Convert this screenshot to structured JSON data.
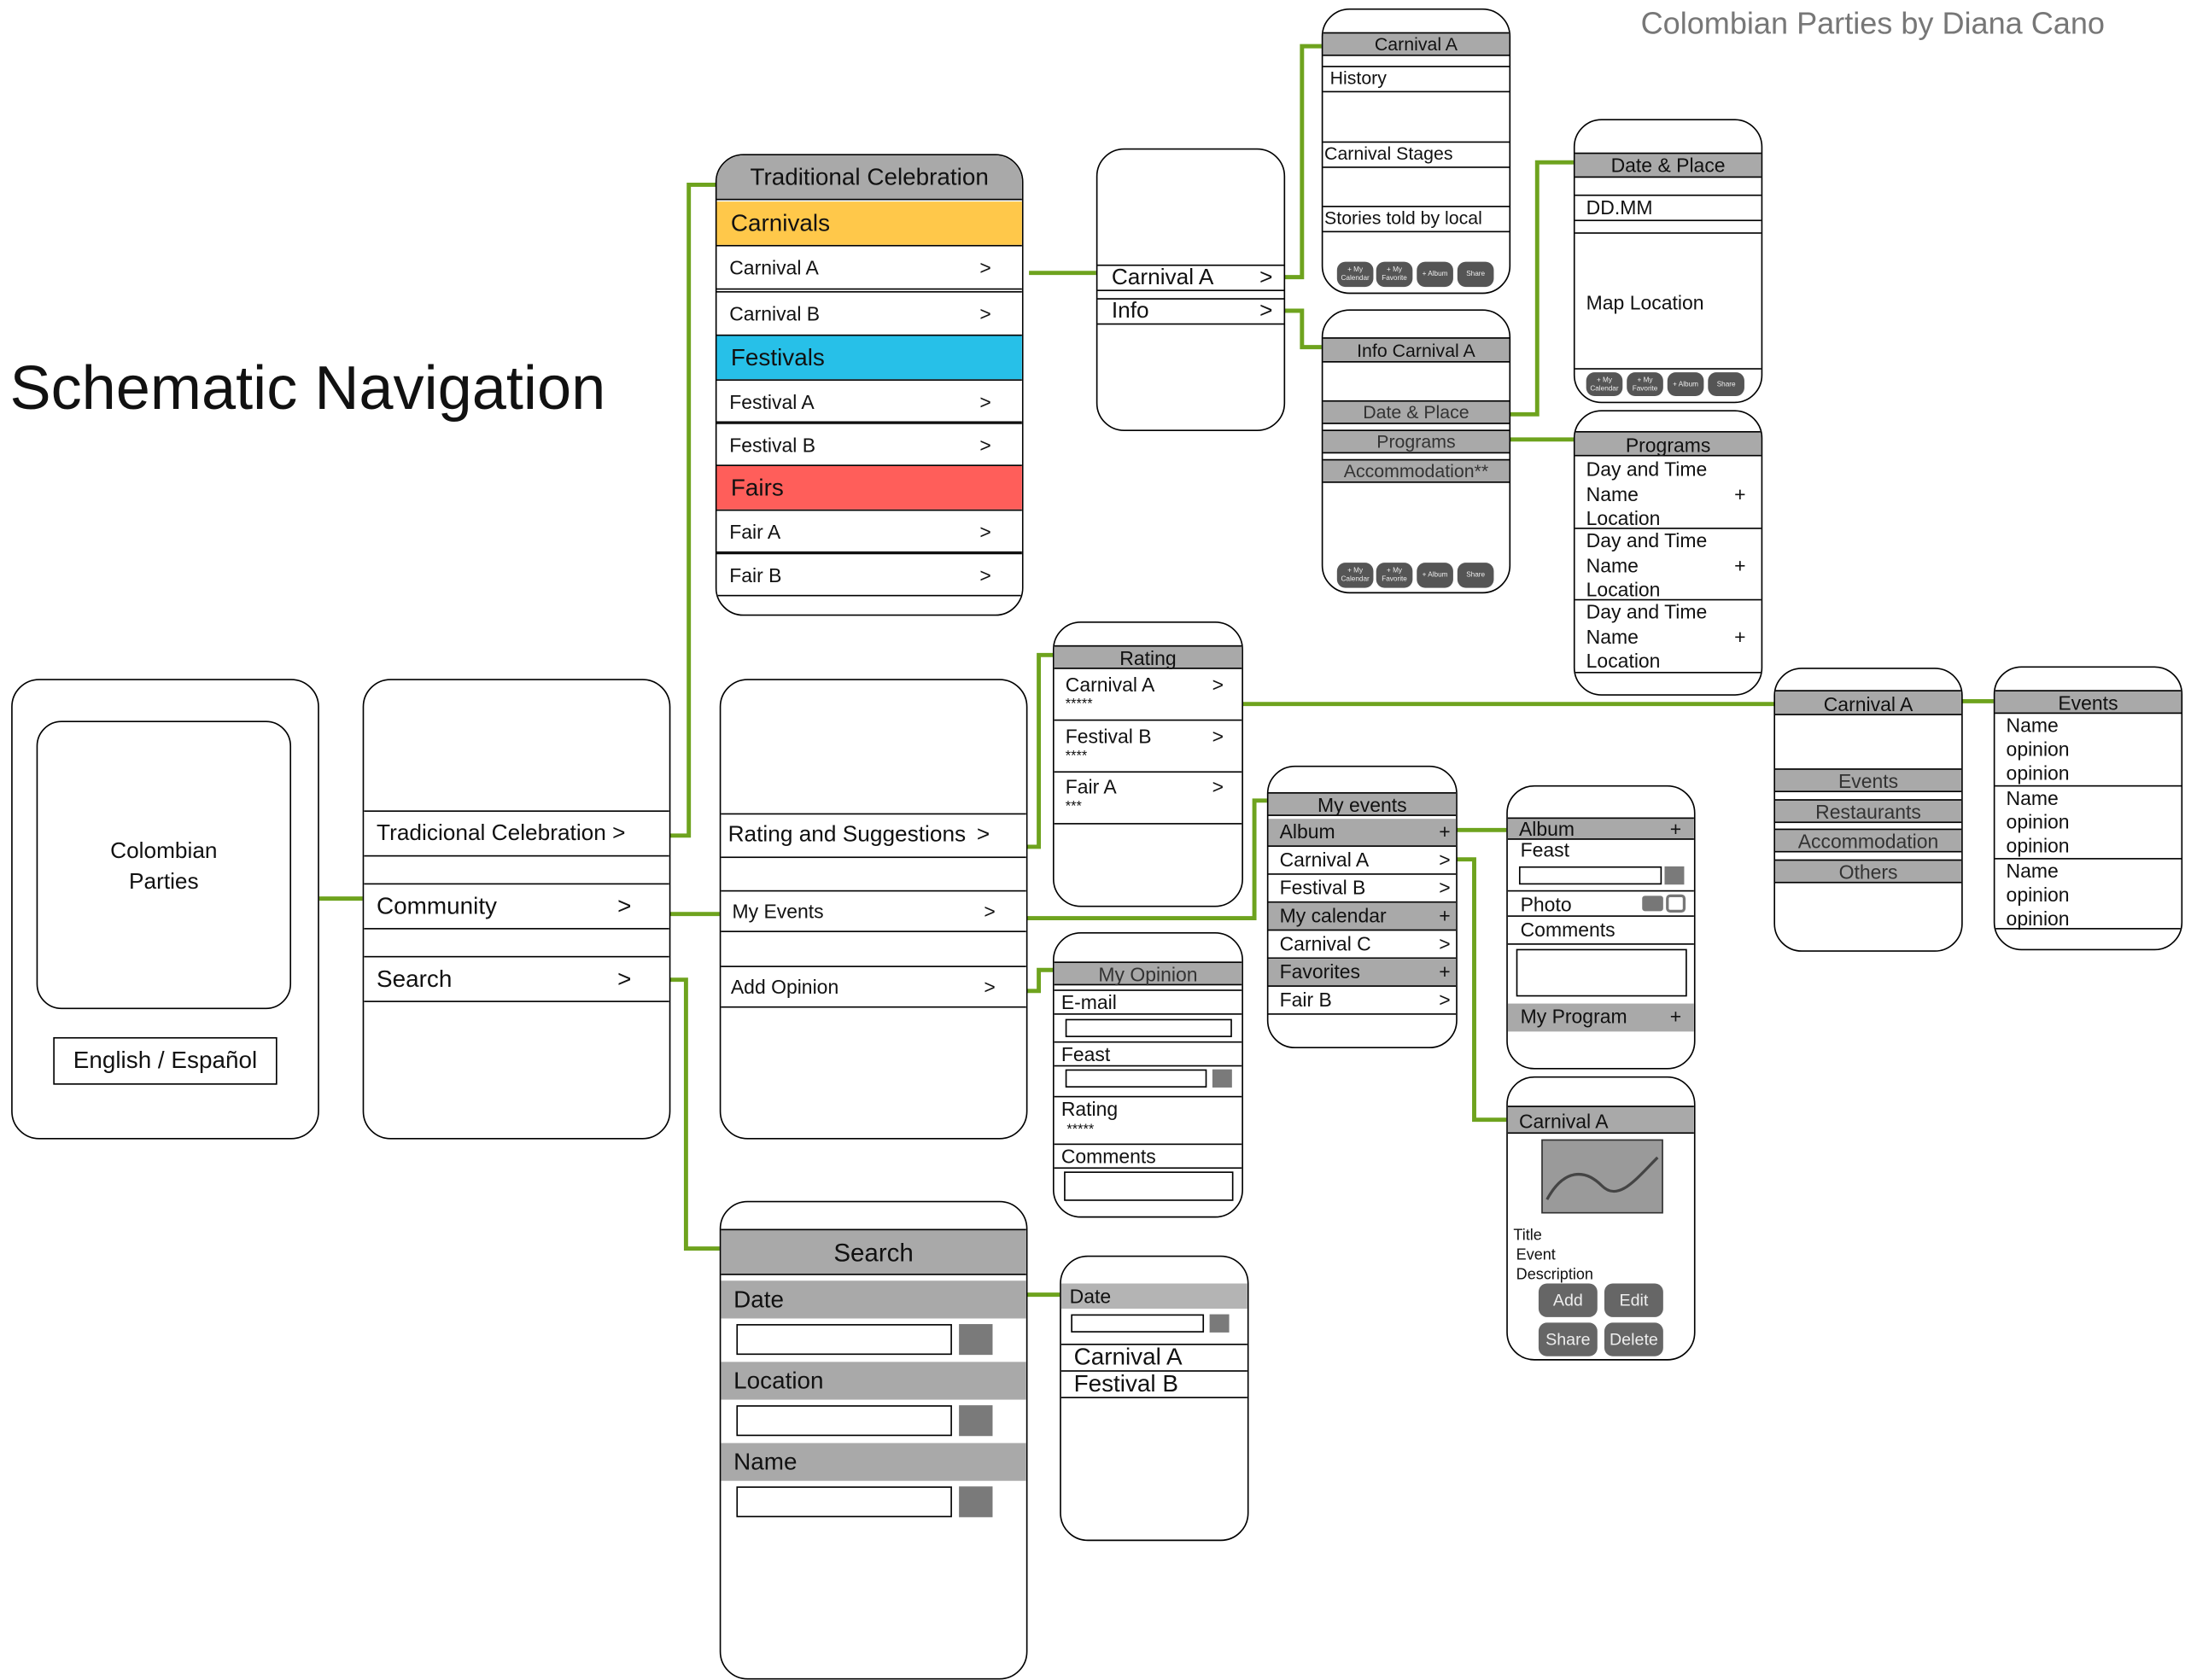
{
  "header": {
    "credit": "Colombian Parties by Diana Cano",
    "title": "Schematic Navigation"
  },
  "colors": {
    "link": "#6ea31e",
    "carnivals": "#ffc84a",
    "festivals": "#27c0e8",
    "fairs": "#ff5e5a",
    "bar": "#a9a9a9"
  },
  "home": {
    "app_name": "Colombian Parties",
    "language": "English / Español"
  },
  "main_menu": {
    "items": [
      "Tradicional Celebration >",
      "Community",
      "Search"
    ],
    "chev": ">"
  },
  "celebration": {
    "title": "Traditional Celebration",
    "carnivals": "Carnivals",
    "carnival_a": "Carnival A",
    "carnival_b": "Carnival B",
    "festivals": "Festivals",
    "festival_a": "Festival  A",
    "festival_b": "Festival B",
    "fairs": "Fairs",
    "fair_a": "Fair A",
    "fair_b": "Fair B",
    "chev": ">"
  },
  "carnival_menu": {
    "item1": "Carnival A",
    "item2": "Info",
    "chev": ">"
  },
  "carnival_detail": {
    "title": "Carnival A",
    "history": "History",
    "stages": "Carnival Stages",
    "stories": "Stories told by local"
  },
  "action_buttons": [
    "+ My Calendar",
    "+ My Favorite",
    "+ Album",
    "Share"
  ],
  "info_carnival": {
    "title": "Info Carnival A",
    "date_place": "Date & Place",
    "programs": "Programs",
    "accommodation": "Accommodation**"
  },
  "date_place": {
    "title": "Date & Place",
    "date": "DD.MM",
    "map": "Map Location"
  },
  "programs": {
    "title": "Programs",
    "entries": [
      {
        "l1": "Day and Time",
        "l2": "Name",
        "l3": "Location",
        "plus": "+"
      },
      {
        "l1": "Day and Time",
        "l2": "Name",
        "l3": "Location",
        "plus": "+"
      },
      {
        "l1": "Day and Time",
        "l2": "Name",
        "l3": "Location",
        "plus": "+"
      }
    ]
  },
  "community": {
    "items": [
      "Rating and Suggestions",
      "My Events",
      "Add Opinion"
    ],
    "chev": ">"
  },
  "rating": {
    "title": "Rating",
    "items": [
      {
        "name": "Carnival A",
        "stars": "*****"
      },
      {
        "name": "Festival B",
        "stars": "****"
      },
      {
        "name": "Fair A",
        "stars": "***"
      }
    ],
    "chev": ">"
  },
  "carnival_community": {
    "title": "Carnival A",
    "items": [
      "Events",
      "Restaurants",
      "Accommodation",
      "Others"
    ]
  },
  "events": {
    "title": "Events",
    "entries": [
      {
        "l1": "Name",
        "l2": "opinion",
        "l3": "opinion"
      },
      {
        "l1": "Name",
        "l2": "opinion",
        "l3": "opinion"
      },
      {
        "l1": "Name",
        "l2": "opinion",
        "l3": "opinion"
      }
    ]
  },
  "my_events": {
    "title": "My events",
    "items": [
      {
        "label": "Album",
        "mark": "+"
      },
      {
        "label": "Carnival A",
        "mark": ">"
      },
      {
        "label": "Festival B",
        "mark": ">"
      },
      {
        "label": "My calendar",
        "mark": "+"
      },
      {
        "label": "Carnival C",
        "mark": ">"
      },
      {
        "label": "Favorites",
        "mark": "+"
      },
      {
        "label": "Fair B",
        "mark": ">"
      }
    ]
  },
  "album": {
    "title": "Album",
    "plus": "+",
    "feast": "Feast",
    "photo": "Photo",
    "comments": "Comments",
    "my_program": "My Program"
  },
  "event_card": {
    "title": "Carnival A",
    "line1": "Title",
    "line2": "Event",
    "line3": "Description",
    "add": "Add",
    "edit": "Edit",
    "share": "Share",
    "delete": "Delete"
  },
  "my_opinion": {
    "title": "My Opinion",
    "email": "E-mail",
    "feast": "Feast",
    "rating": "Rating",
    "stars": "*****",
    "comments": "Comments"
  },
  "search": {
    "title": "Search",
    "date": "Date",
    "location": "Location",
    "name": "Name"
  },
  "search_results": {
    "date": "Date",
    "r1": "Carnival A",
    "r2": "Festival B"
  }
}
